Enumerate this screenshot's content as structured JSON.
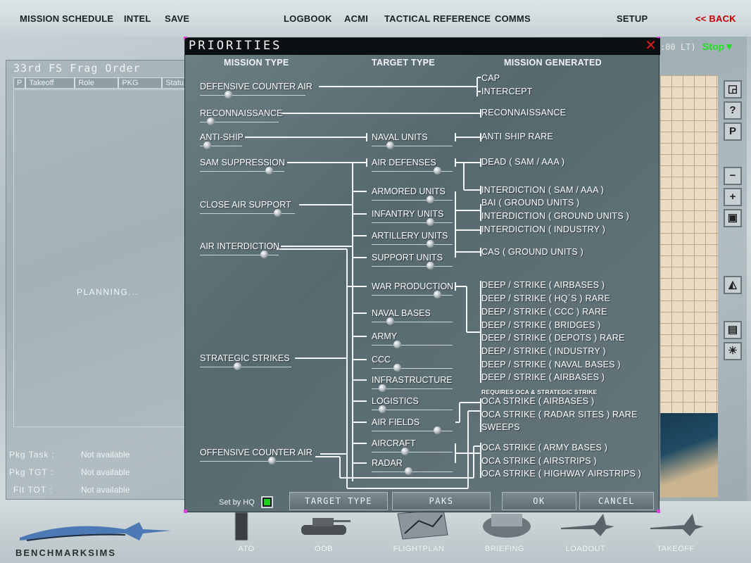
{
  "topmenu": {
    "mission_schedule": "MISSION SCHEDULE",
    "intel": "INTEL",
    "save": "SAVE",
    "logbook": "LOGBOOK",
    "acmi": "ACMI",
    "tactical_reference": "TACTICAL REFERENCE",
    "comms": "COMMS",
    "setup": "SETUP",
    "back": "<< BACK"
  },
  "frag": {
    "title": "33rd FS Frag Order",
    "columns": [
      "P",
      "Takeoff",
      "Role",
      "PKG",
      "Statu"
    ],
    "planning": "PLANNING...",
    "pkg_task_label": "Pkg Task :",
    "pkg_task_value": "Not available",
    "pkg_tgt_label": "Pkg TGT :",
    "pkg_tgt_value": "Not available",
    "flt_tot_label": "Flt TOT :",
    "flt_tot_value": "Not available"
  },
  "clock": {
    "time": ":00 LT)",
    "stop": "Stop▼"
  },
  "tools": [
    "◲",
    "?",
    "P",
    "−",
    "+",
    "▣",
    "◭",
    "▤",
    "☀"
  ],
  "dialog": {
    "title": "PRIORITIES",
    "close": "✕",
    "headers": {
      "mission_type": "MISSION TYPE",
      "target_type": "TARGET TYPE",
      "mission_generated": "MISSION GENERATED"
    },
    "mission_types": [
      {
        "label": "DEFENSIVE COUNTER AIR",
        "value": 0.25
      },
      {
        "label": "RECONNAISSANCE",
        "value": 0.1
      },
      {
        "label": "ANTI-SHIP",
        "value": 0.1
      },
      {
        "label": "SAM SUPPRESSION",
        "value": 0.85
      },
      {
        "label": "CLOSE AIR SUPPORT",
        "value": 0.85
      },
      {
        "label": "AIR INTERDICTION",
        "value": 0.85
      },
      {
        "label": "STRATEGIC STRIKES",
        "value": 0.4
      },
      {
        "label": "OFFENSIVE COUNTER AIR",
        "value": 0.65
      }
    ],
    "target_types": [
      {
        "label": "NAVAL UNITS",
        "value": 0.2
      },
      {
        "label": "AIR DEFENSES",
        "value": 0.85
      },
      {
        "label": "ARMORED UNITS",
        "value": 0.75
      },
      {
        "label": "INFANTRY UNITS",
        "value": 0.75
      },
      {
        "label": "ARTILLERY UNITS",
        "value": 0.75
      },
      {
        "label": "SUPPORT UNITS",
        "value": 0.75
      },
      {
        "label": "WAR PRODUCTION",
        "value": 0.85
      },
      {
        "label": "NAVAL BASES",
        "value": 0.2
      },
      {
        "label": "ARMY",
        "value": 0.3
      },
      {
        "label": "CCC",
        "value": 0.3
      },
      {
        "label": "INFRASTRUCTURE",
        "value": 0.1
      },
      {
        "label": "LOGISTICS",
        "value": 0.1
      },
      {
        "label": "AIR FIELDS",
        "value": 0.85
      },
      {
        "label": "AIRCRAFT",
        "value": 0.4
      },
      {
        "label": "RADAR",
        "value": 0.45
      }
    ],
    "generated": [
      "CAP",
      "INTERCEPT",
      "RECONNAISSANCE",
      "ANTI SHIP RARE",
      "DEAD ( SAM / AAA )",
      "INTERDICTION ( SAM / AAA )",
      "BAI ( GROUND UNITS )",
      "INTERDICTION ( GROUND UNITS )",
      "INTERDICTION ( INDUSTRY )",
      "CAS ( GROUND UNITS )",
      "DEEP / STRIKE ( AIRBASES )",
      "DEEP / STRIKE ( HQ´S ) RARE",
      "DEEP / STRIKE ( CCC ) RARE",
      "DEEP / STRIKE ( BRIDGES )",
      "DEEP / STRIKE ( DEPOTS ) RARE",
      "DEEP / STRIKE ( INDUSTRY )",
      "DEEP / STRIKE ( NAVAL BASES )",
      "DEEP / STRIKE ( AIRBASES )",
      "REQUIRES OCA & STRATEGIC STRIKE",
      "OCA STRIKE ( AIRBASES )",
      "OCA STRIKE ( RADAR SITES ) RARE",
      "SWEEPS",
      "OCA STRIKE ( ARMY BASES )",
      "OCA STRIKE ( AIRSTRIPS )",
      "OCA STRIKE ( HIGHWAY AIRSTRIPS )"
    ],
    "set_by_hq": "Set by HQ",
    "buttons": {
      "target_type": "TARGET TYPE",
      "paks": "PAKS",
      "ok": "OK",
      "cancel": "CANCEL"
    }
  },
  "bottom": {
    "logo": "BENCHMARKSIMS",
    "tabs": [
      "ATO",
      "OOB",
      "FLIGHTPLAN",
      "BRIEFING",
      "LOADOUT",
      "TAKEOFF"
    ]
  },
  "colors": {
    "accent_red": "#c00000",
    "stop_green": "#22dd22",
    "hq_green": "#1bd11b"
  }
}
